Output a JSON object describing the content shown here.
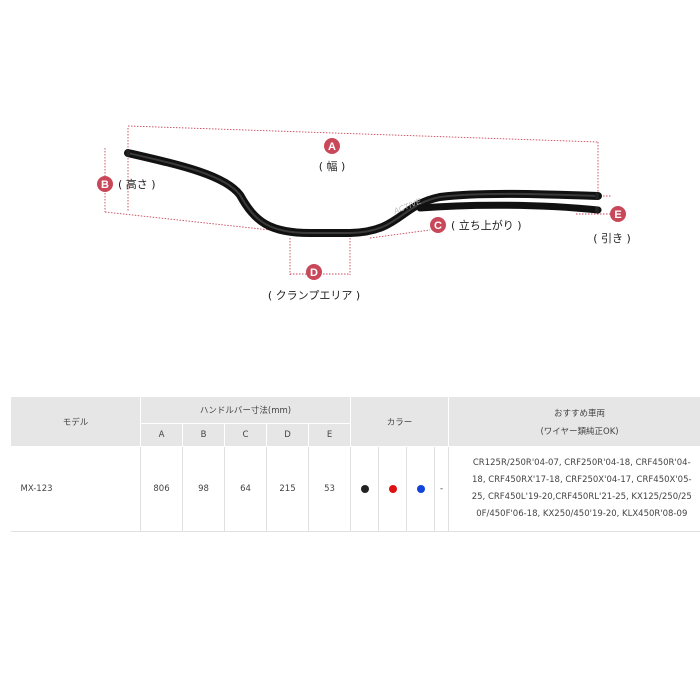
{
  "diagram": {
    "logo_text": "ACTIVE",
    "dims": [
      {
        "letter": "A",
        "label": "( 幅 )"
      },
      {
        "letter": "B",
        "label": "( 高さ )"
      },
      {
        "letter": "C",
        "label": "( 立ち上がり )"
      },
      {
        "letter": "D",
        "label": "( クランプエリア )"
      },
      {
        "letter": "E",
        "label": "( 引き )"
      }
    ],
    "accent_color": "#cc3344"
  },
  "table": {
    "headers": {
      "model": "モデル",
      "dimensions": "ハンドルバー寸法(mm)",
      "color": "カラー",
      "fitment_line1": "おすすめ車両",
      "fitment_line2": "(ワイヤー類純正OK)"
    },
    "dim_columns": [
      "A",
      "B",
      "C",
      "D",
      "E"
    ],
    "row": {
      "model": "MX-123",
      "values": [
        "806",
        "98",
        "64",
        "215",
        "53"
      ],
      "colors": [
        {
          "name": "black",
          "hex": "#222222"
        },
        {
          "name": "red",
          "hex": "#dd1111"
        },
        {
          "name": "blue",
          "hex": "#1144dd"
        }
      ],
      "color_extra": "-",
      "fitment_lines": [
        "CR125R/250R'04-07, CRF250R'04-18, CRF450R'04-",
        "18, CRF450RX'17-18, CRF250X'04-17, CRF450X'05-",
        "25, CRF450L'19-20,CRF450RL'21-25, KX125/250/25",
        "0F/450F'06-18, KX250/450'19-20, KLX450R'08-09"
      ]
    }
  }
}
